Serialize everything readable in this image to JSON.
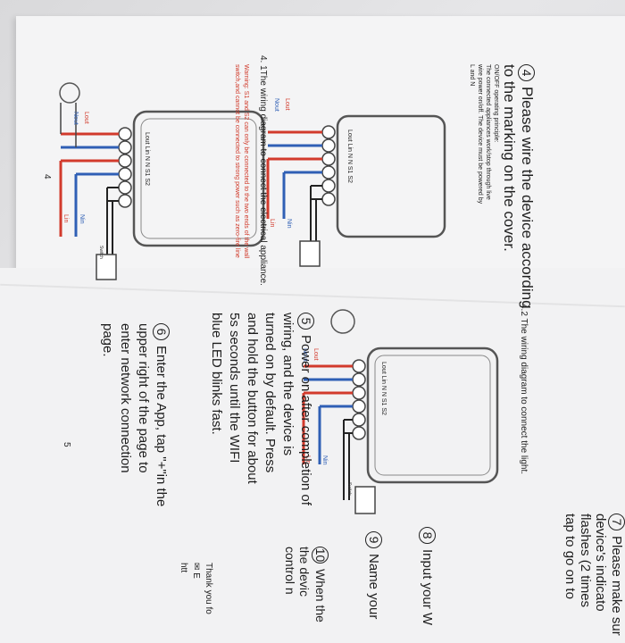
{
  "page_left": {
    "step4_number": "4",
    "step4_line1": "Please wire the device according",
    "step4_line2": "to the marking on the cover.",
    "principle_title": "ON/OFF operating principle:",
    "principle_text1": "The connected appliances work/stop through live",
    "principle_text2": "wire power on/off. The device must be powered by",
    "principle_text3": "L and N",
    "diagram_title": "4. 1The wiring diagram to connect the electrical appliance.",
    "warning1": "Warning: S1 and S2 can only be connected to the two ends of the wall",
    "warning2": "switch,and cannot be connected to strong power such as zero-fire line",
    "page_number": "4"
  },
  "page_right": {
    "diagram_title": "4.2  The wiring diagram to connect the light.",
    "step5_number": "5",
    "step5_lines": [
      "Power on after completion of",
      "wiring, and the device is",
      "turned on by default. Press",
      "and hold the button for about",
      "5s seconds until the WIFI",
      "blue LED blinks fast."
    ],
    "step6_number": "6",
    "step6_lines": [
      "Enter the App, tap \"+\"in the",
      "upper right of the page to",
      "enter network connection",
      "page."
    ],
    "page_number": "5"
  },
  "page_far_right": {
    "step7_number": "7",
    "step7_lines": [
      "Please make sur",
      "device's indicato",
      "flashes (2 times",
      "tap to go on to"
    ],
    "step8_number": "8",
    "step8_line": "Input your W",
    "step9_number": "9",
    "step9_line": "Name your",
    "step10_number": "10",
    "step10_lines": [
      "When the",
      "the devic",
      "control n"
    ],
    "thanks": "Thank you fo",
    "email_fragment": "✉ E",
    "url_fragment": "htt"
  },
  "terminal_labels": [
    "Lout",
    "Lin",
    "N",
    "N",
    "S1",
    "S2"
  ],
  "wire_labels": {
    "lout": "Lout",
    "nout": "Nout",
    "lin": "Lin",
    "nin": "Nin",
    "switch": "Switch"
  },
  "colors": {
    "live": "#d23a2c",
    "neutral": "#2f5fb5",
    "switch": "#222222",
    "paper": "#f4f4f5"
  }
}
